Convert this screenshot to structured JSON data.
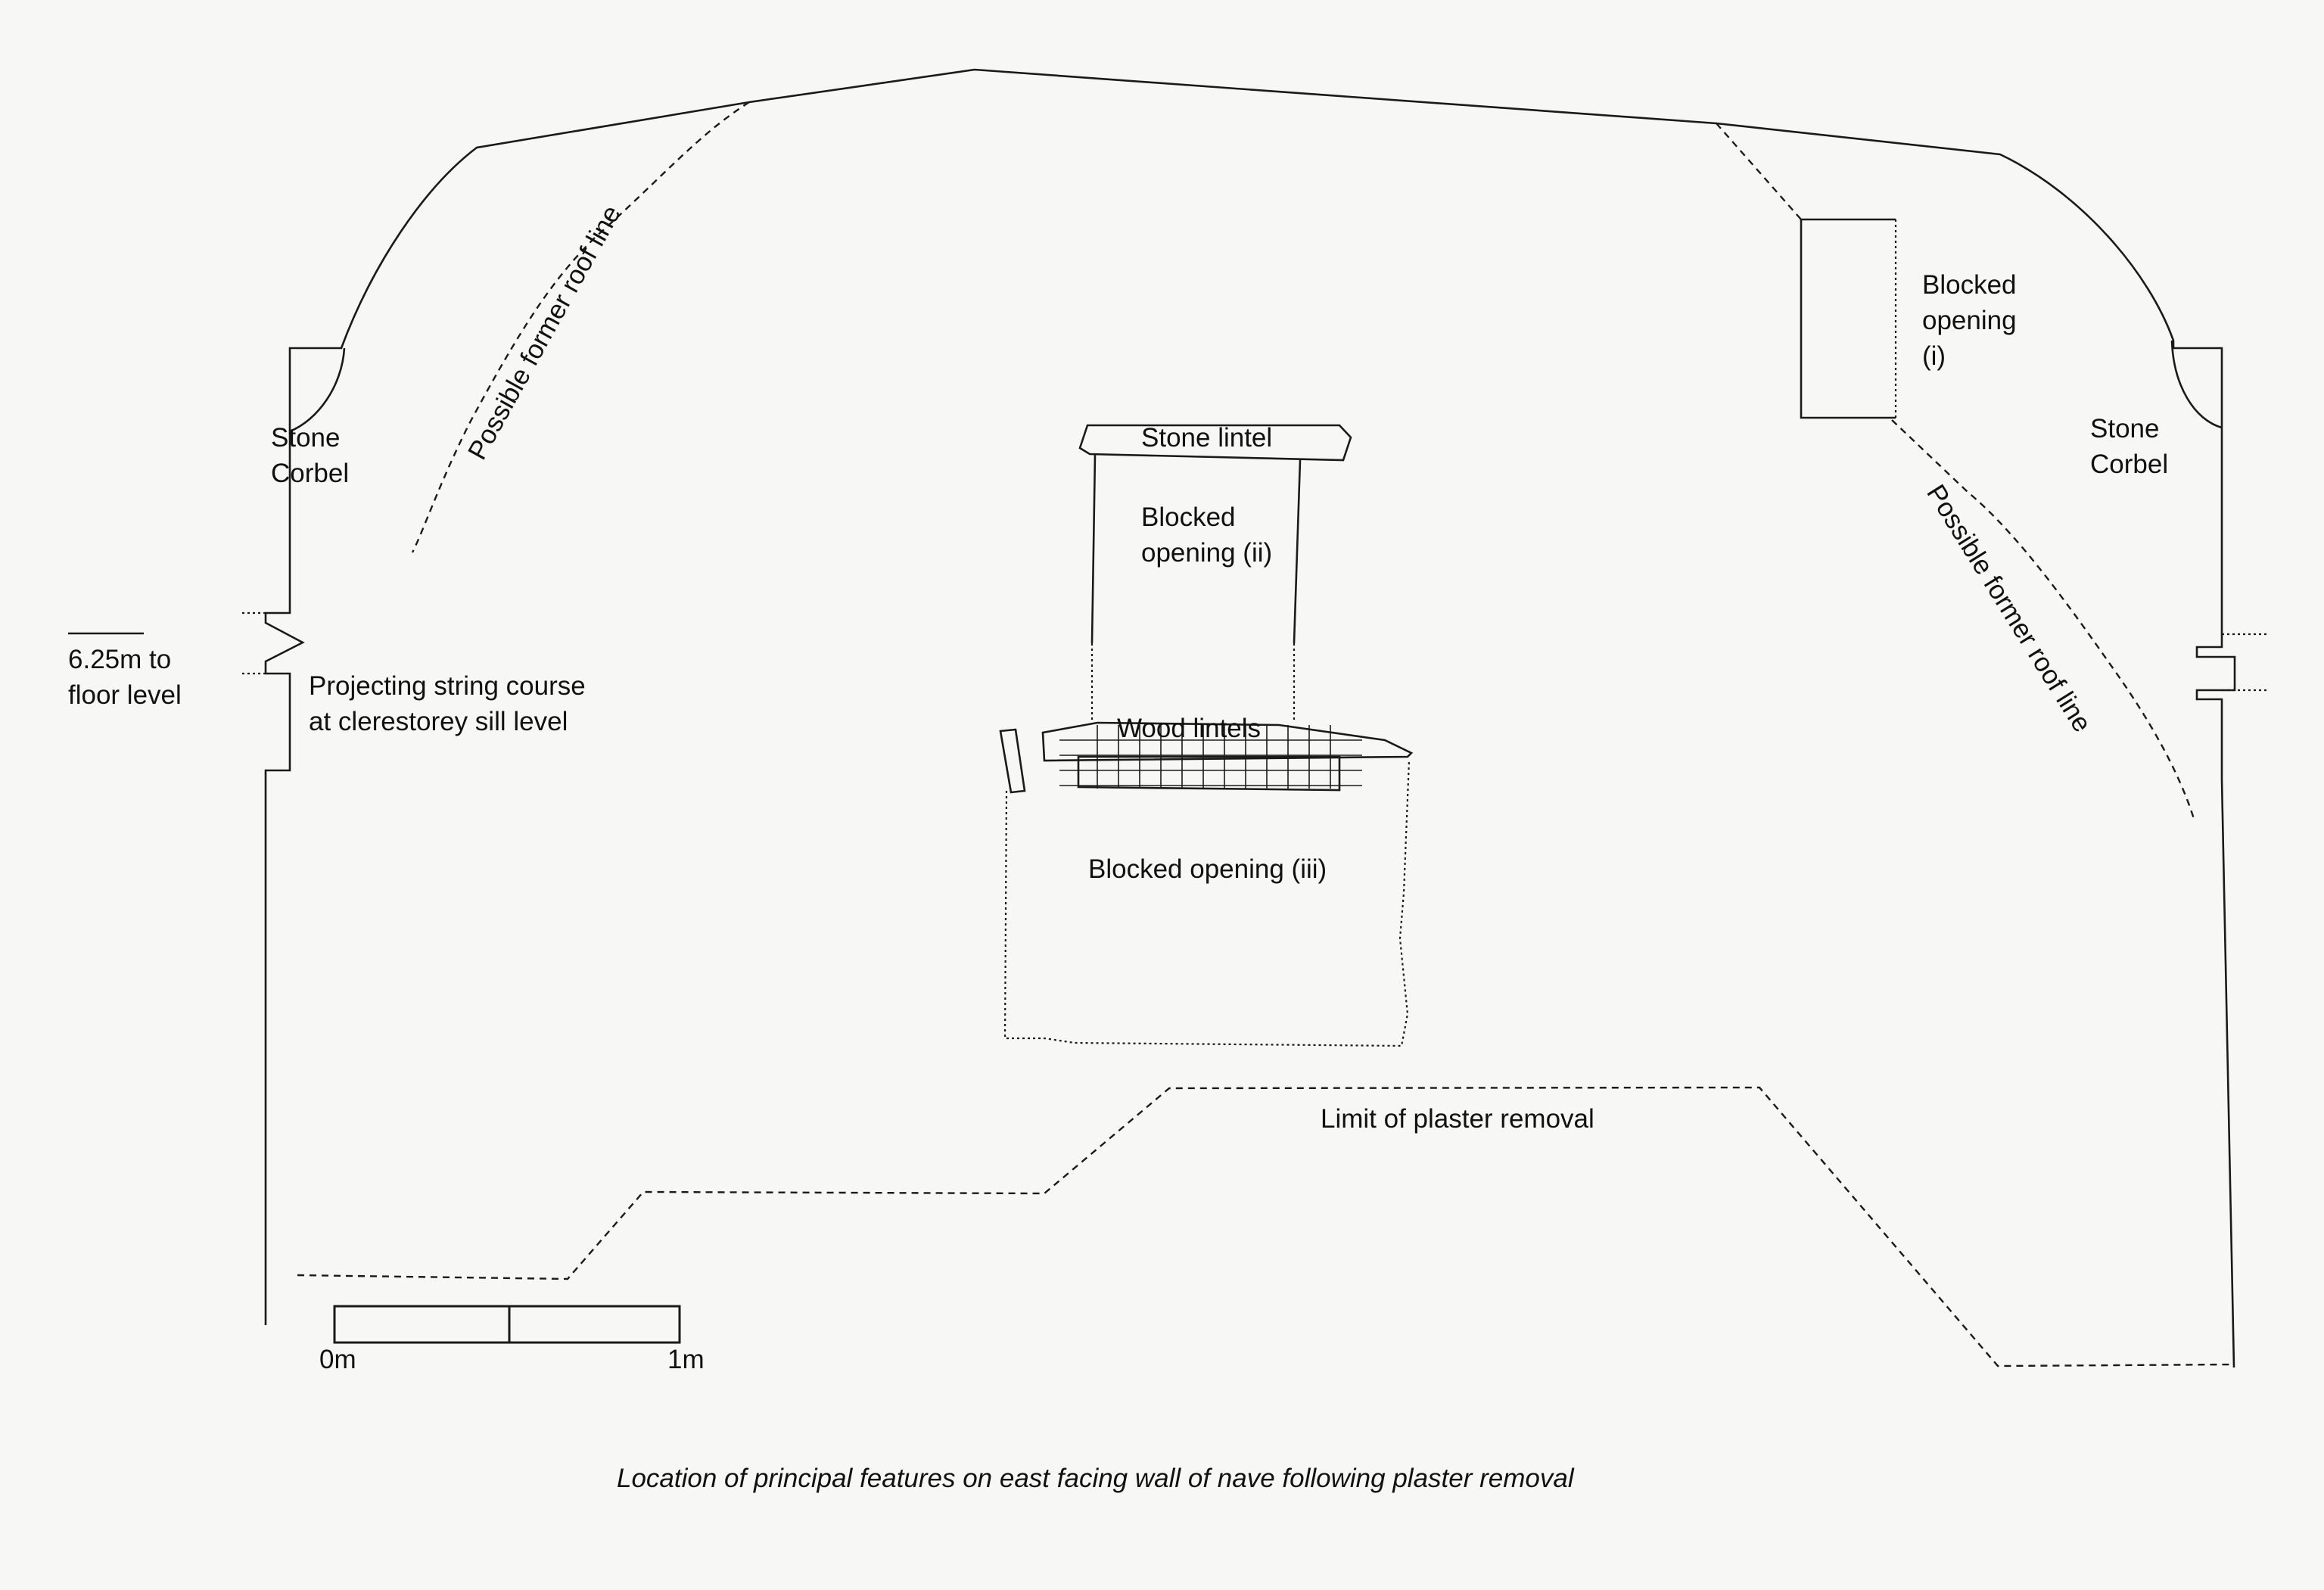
{
  "labels": {
    "stone_corbel_left": [
      "Stone",
      "Corbel"
    ],
    "stone_corbel_right": [
      "Stone",
      "Corbel"
    ],
    "roof_line_left": "Possible former roof line",
    "roof_line_right": "Possible former roof line",
    "blocked_opening_i": [
      "Blocked",
      "opening",
      "(i)"
    ],
    "stone_lintel": "Stone lintel",
    "blocked_opening_ii": [
      "Blocked",
      "opening (ii)"
    ],
    "wood_lintels": "Wood lintels",
    "blocked_opening_iii": "Blocked opening (iii)",
    "floor_level": [
      "6.25m to",
      "floor level"
    ],
    "string_course": [
      "Projecting string course",
      "at clerestorey sill level"
    ],
    "plaster_limit": "Limit of plaster removal"
  },
  "scale_bar": {
    "start_label": "0m",
    "end_label": "1m"
  },
  "caption": "Location of principal features on east facing wall of nave following plaster removal"
}
